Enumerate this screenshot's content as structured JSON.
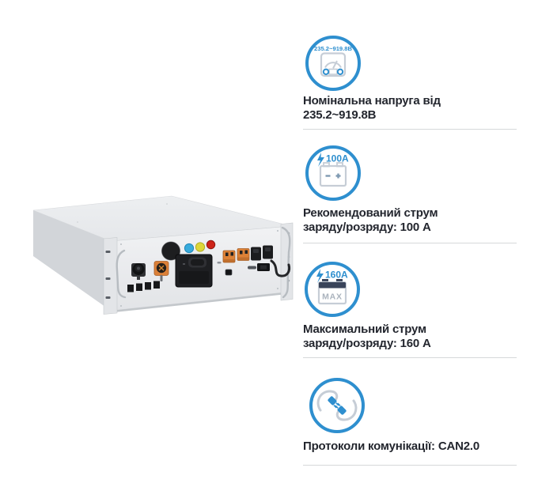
{
  "colors": {
    "accent": "#2e8fcf",
    "text": "#23262e",
    "divider": "#d6d8da",
    "icon_gray": "#c6cdd6",
    "battery_band": "#39445a",
    "orange_connector": "#db8038",
    "blue_button": "#38abdc",
    "yellow_button": "#ddd739",
    "red_button": "#cd2319"
  },
  "product": {
    "illustration": "rack-battery-module"
  },
  "features": [
    {
      "icon": "voltmeter-icon",
      "icon_label": "235.2~919.8В",
      "lines": [
        "Номінальна напруга від",
        "235.2~919.8В"
      ]
    },
    {
      "icon": "battery-charge-icon",
      "icon_label": "100A",
      "lines": [
        "Рекомендований струм",
        "заряду/розряду: 100 А"
      ]
    },
    {
      "icon": "battery-max-icon",
      "icon_label": "160A",
      "badge": "MAX",
      "lines": [
        "Максимальний струм",
        "заряду/розряду: 160 А"
      ]
    },
    {
      "icon": "plugs-connection-icon",
      "lines": [
        "Протоколи комунікації: CAN2.0"
      ]
    }
  ]
}
